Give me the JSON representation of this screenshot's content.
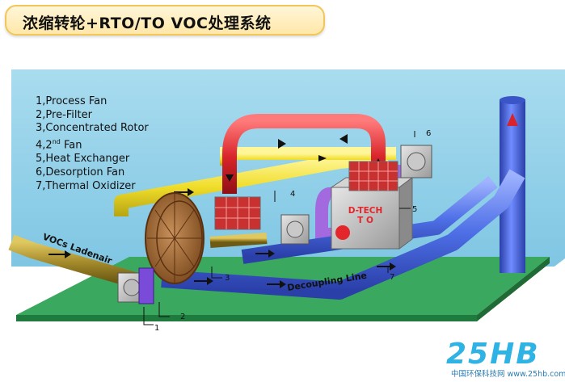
{
  "title": "浓缩转轮+RTO/TO VOC处理系统",
  "legend": [
    {
      "num": "1,",
      "text": "Process Fan"
    },
    {
      "num": "2,",
      "text": "Pre-Filter"
    },
    {
      "num": "3,",
      "text": "Concentrated Rotor"
    },
    {
      "num": "4,",
      "text": "2",
      "sup": "nd",
      "tail": " Fan"
    },
    {
      "num": "5,",
      "text": "Heat Exchanger"
    },
    {
      "num": "6,",
      "text": "Desorption Fan"
    },
    {
      "num": "7,",
      "text": "Thermal Oxidizer"
    }
  ],
  "diagram": {
    "inlet_label": "VOCs Ladenair",
    "decoupling_label": "Decoupling Line",
    "oxidizer_brand": "D-TECH",
    "oxidizer_sub": "T O",
    "callouts": [
      "1",
      "2",
      "3",
      "4",
      "5",
      "6",
      "7"
    ]
  },
  "watermark": {
    "logo": "25HB",
    "site": "中国环保科技网 www.25hb.com"
  },
  "colors": {
    "platform": "#3db86d",
    "wall": "#8ccfe9",
    "yellow": "#f2e23a",
    "red": "#d8242a",
    "blue": "#4e6fe6",
    "olive": "#a68c2c"
  }
}
